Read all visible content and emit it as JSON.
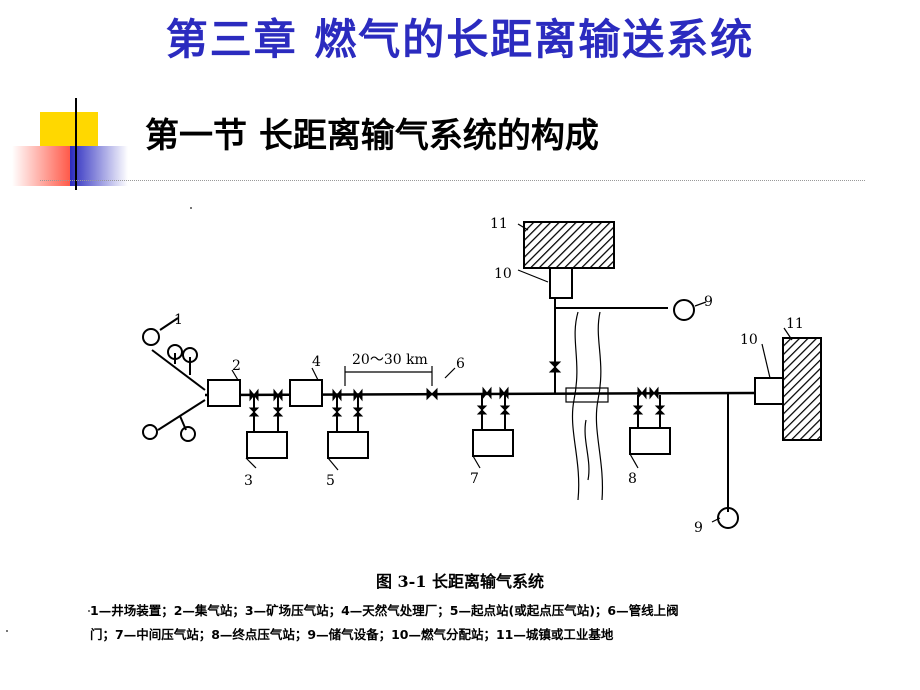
{
  "title": "第三章  燃气的长距离输送系统",
  "subtitle": "第一节  长距离输气系统的构成",
  "colors": {
    "title": "#2b2bbf",
    "deco_yellow": "#ffd800",
    "deco_red": "#ff5a4a",
    "deco_blue": "#2b2bbf"
  },
  "diagram": {
    "distance_label": "20～30 km",
    "labels": [
      "1",
      "2",
      "3",
      "4",
      "5",
      "6",
      "7",
      "8",
      "9",
      "10",
      "11"
    ],
    "caption": "图 3-1   长距离输气系统",
    "legend_line1": "1—井场装置；2—集气站；3—矿场压气站；4—天然气处理厂；5—起点站(或起点压气站)；6—管线上阀",
    "legend_line2": "门；7—中间压气站；8—终点压气站；9—储气设备；10—燃气分配站；11—城镇或工业基地"
  }
}
